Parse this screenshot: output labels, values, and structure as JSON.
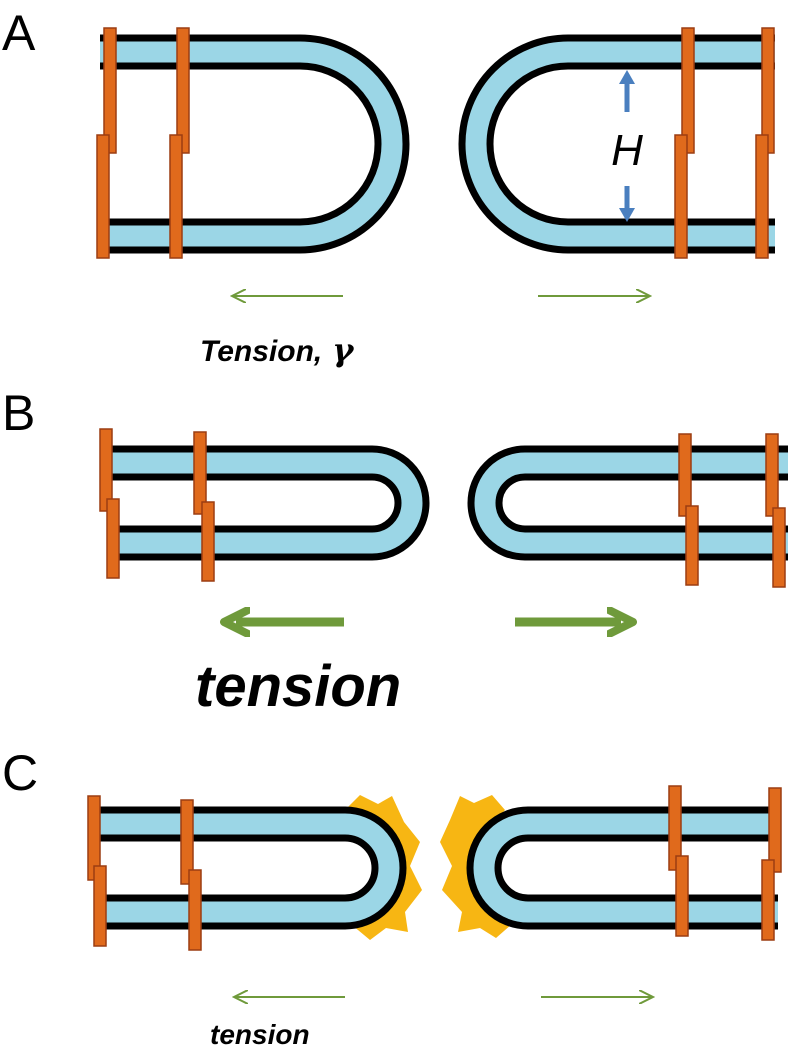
{
  "panels": [
    {
      "label": "A",
      "tension_label": "Tension,",
      "tension_symbol": "γ",
      "gap_label": "H"
    },
    {
      "label": "B",
      "tension_label": "tension"
    },
    {
      "label": "C",
      "tension_label": "tension"
    }
  ],
  "colors": {
    "membrane": "#9bd6e6",
    "outline": "#000000",
    "post": "#e06a1c",
    "arrow": "#6f9a3b",
    "gap_arrow": "#4a7fbf",
    "fusion_protein": "#f7b613"
  }
}
